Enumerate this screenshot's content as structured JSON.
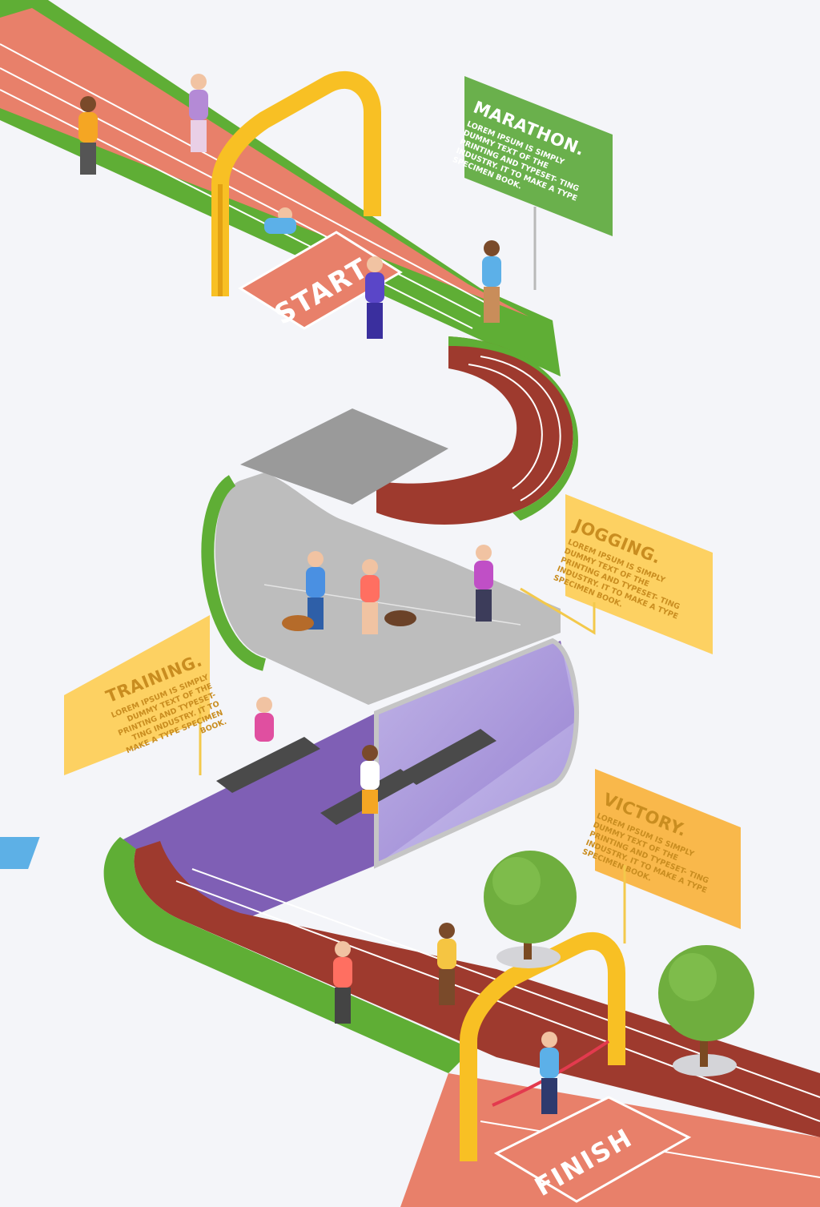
{
  "signs": {
    "marathon": {
      "title": "MARATHON.",
      "text": "LOREM IPSUM IS SIMPLY DUMMY TEXT OF THE PRINTING AND TYPESET- TING INDUSTRY. IT TO MAKE A TYPE SPECIMEN BOOK."
    },
    "jogging": {
      "title": "JOGGING.",
      "text": "LOREM IPSUM IS SIMPLY DUMMY TEXT OF THE PRINTING AND TYPESET- TING INDUSTRY. IT TO MAKE A TYPE SPECIMEN BOOK."
    },
    "training": {
      "title": "TRAINING.",
      "text": "LOREM IPSUM IS SIMPLY DUMMY TEXT OF THE PRINTING AND TYPESET- TING INDUSTRY. IT TO MAKE A TYPE SPECIMEN BOOK."
    },
    "victory": {
      "title": "VICTORY.",
      "text": "LOREM IPSUM IS SIMPLY DUMMY TEXT OF THE PRINTING AND TYPESET- TING INDUSTRY. IT TO MAKE A TYPE SPECIMEN BOOK."
    }
  },
  "track": {
    "start_label": "START",
    "finish_label": "FINISH"
  },
  "colors": {
    "track_light": "#e8806a",
    "track_dark": "#9e3a2e",
    "grass": "#5fae35",
    "grass_dark": "#3f8a22",
    "gym_floor": "#7f5fb5",
    "park_floor": "#bdbdbd",
    "arch": "#f8c024",
    "sign_green": "#6ab04c",
    "sign_yellow": "#fdd162",
    "sign_orange": "#f9b84b"
  },
  "icons": [
    "start-arch-icon",
    "finish-arch-icon",
    "runner-icon",
    "tree-icon",
    "treadmill-icon",
    "dog-icon",
    "yoga-mat-icon"
  ]
}
